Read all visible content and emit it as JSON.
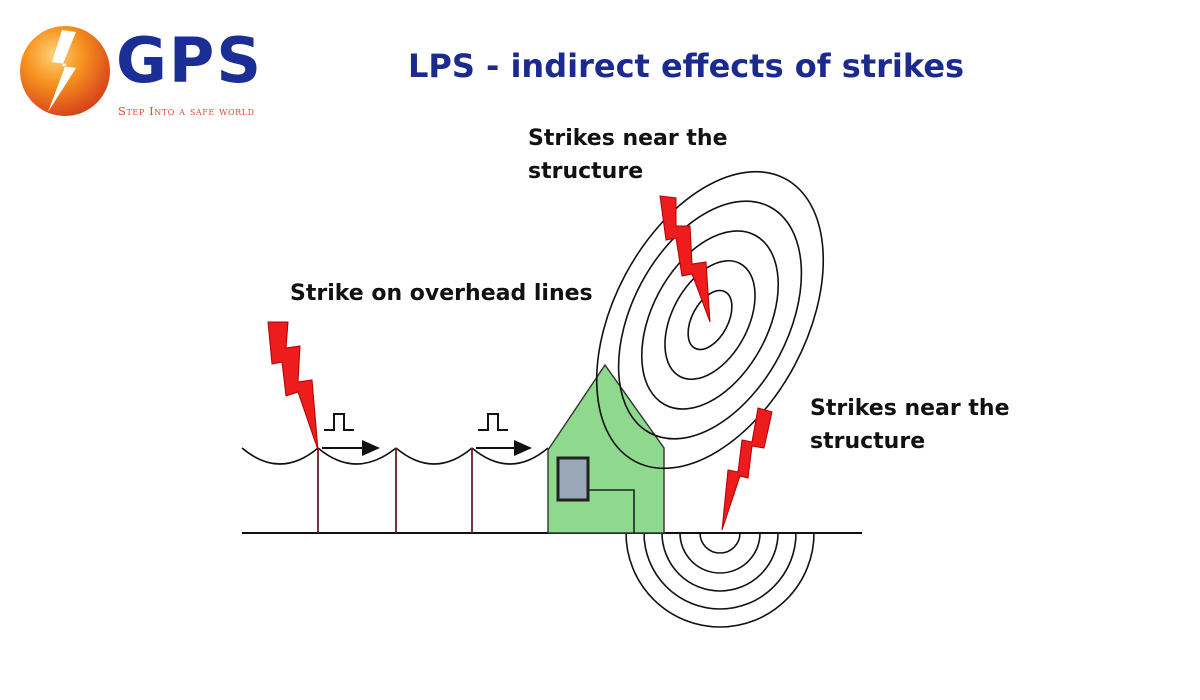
{
  "logo": {
    "name": "GPS",
    "tagline": "Step Into a safe world"
  },
  "slide": {
    "title": "LPS - indirect effects of strikes"
  },
  "diagram": {
    "labels": {
      "near_structure_top_line1": "Strikes near the",
      "near_structure_top_line2": "structure",
      "overhead_lines": "Strike on overhead lines",
      "near_structure_right_line1": "Strikes near the",
      "near_structure_right_line2": "structure"
    },
    "colors": {
      "lightning": "#ee1c1c",
      "house_fill": "#8fd98f",
      "panel_fill": "#9aa8b8",
      "line": "#111111",
      "pole": "#6a1e2a"
    }
  }
}
